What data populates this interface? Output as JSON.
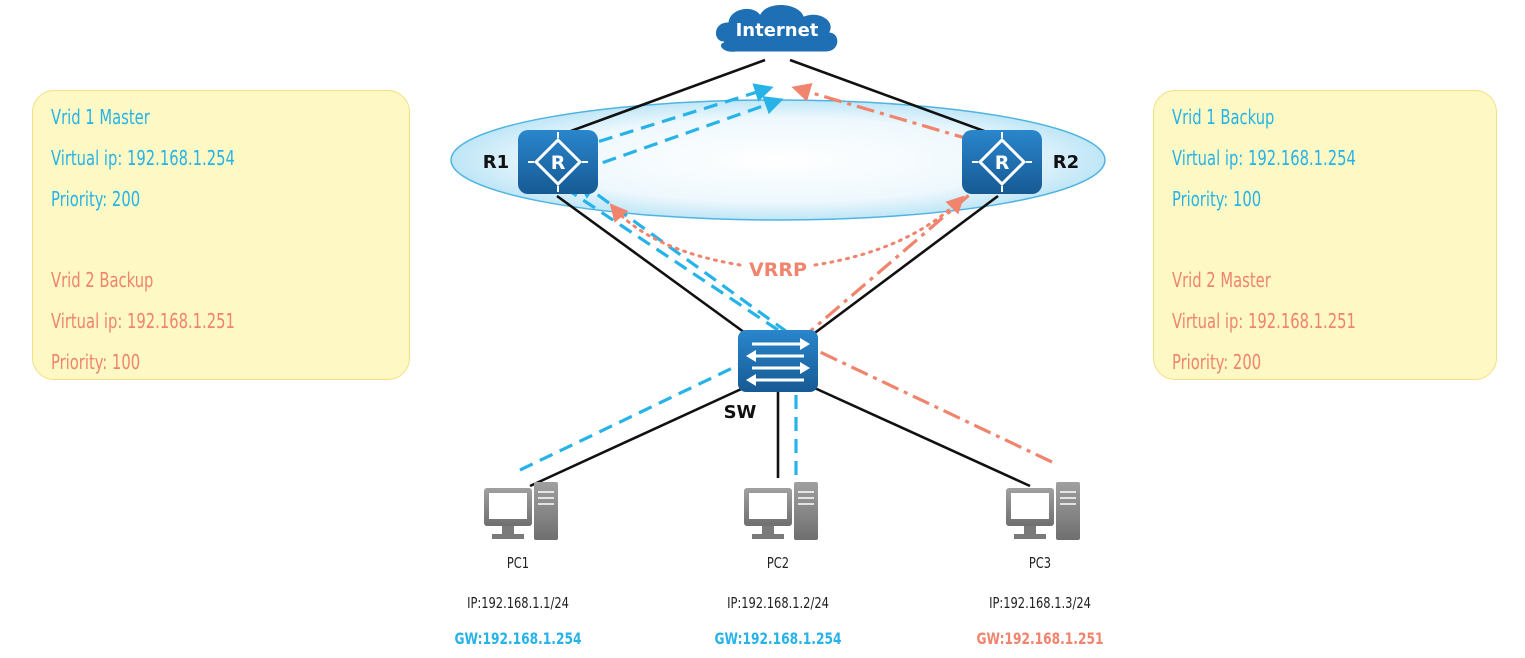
{
  "internet": {
    "label": "Internet"
  },
  "routers": [
    {
      "id": "r1",
      "label": "R1"
    },
    {
      "id": "r2",
      "label": "R2"
    }
  ],
  "switch": {
    "label": "SW"
  },
  "protocol_label": "VRRP",
  "r1_box": {
    "vrid1_title": "Vrid 1 Master",
    "vrid1_vip": "Virtual ip: 192.168.1.254",
    "vrid1_priority": "Priority:  200",
    "vrid2_title": "Vrid 2 Backup",
    "vrid2_vip": "Virtual ip: 192.168.1.251",
    "vrid2_priority": "Priority:  100"
  },
  "r2_box": {
    "vrid1_title": "Vrid 1 Backup",
    "vrid1_vip": "Virtual ip: 192.168.1.254",
    "vrid1_priority": "Priority:  100",
    "vrid2_title": "Vrid 2 Master",
    "vrid2_vip": "Virtual ip: 192.168.1.251",
    "vrid2_priority": "Priority:  200"
  },
  "pcs": [
    {
      "name": "PC1",
      "ip": "IP:192.168.1.1/24",
      "gw": "GW:192.168.1.254"
    },
    {
      "name": "PC2",
      "ip": "IP:192.168.1.2/24",
      "gw": "GW:192.168.1.254"
    },
    {
      "name": "PC3",
      "ip": "IP:192.168.1.3/24",
      "gw": "GW:192.168.1.251"
    }
  ],
  "colors": {
    "vrid1": "#27b3e8",
    "vrid2": "#f0846d",
    "device_blue": "#1e6fb3",
    "link": "#111111",
    "pc_gray": "#8c8c8c"
  }
}
